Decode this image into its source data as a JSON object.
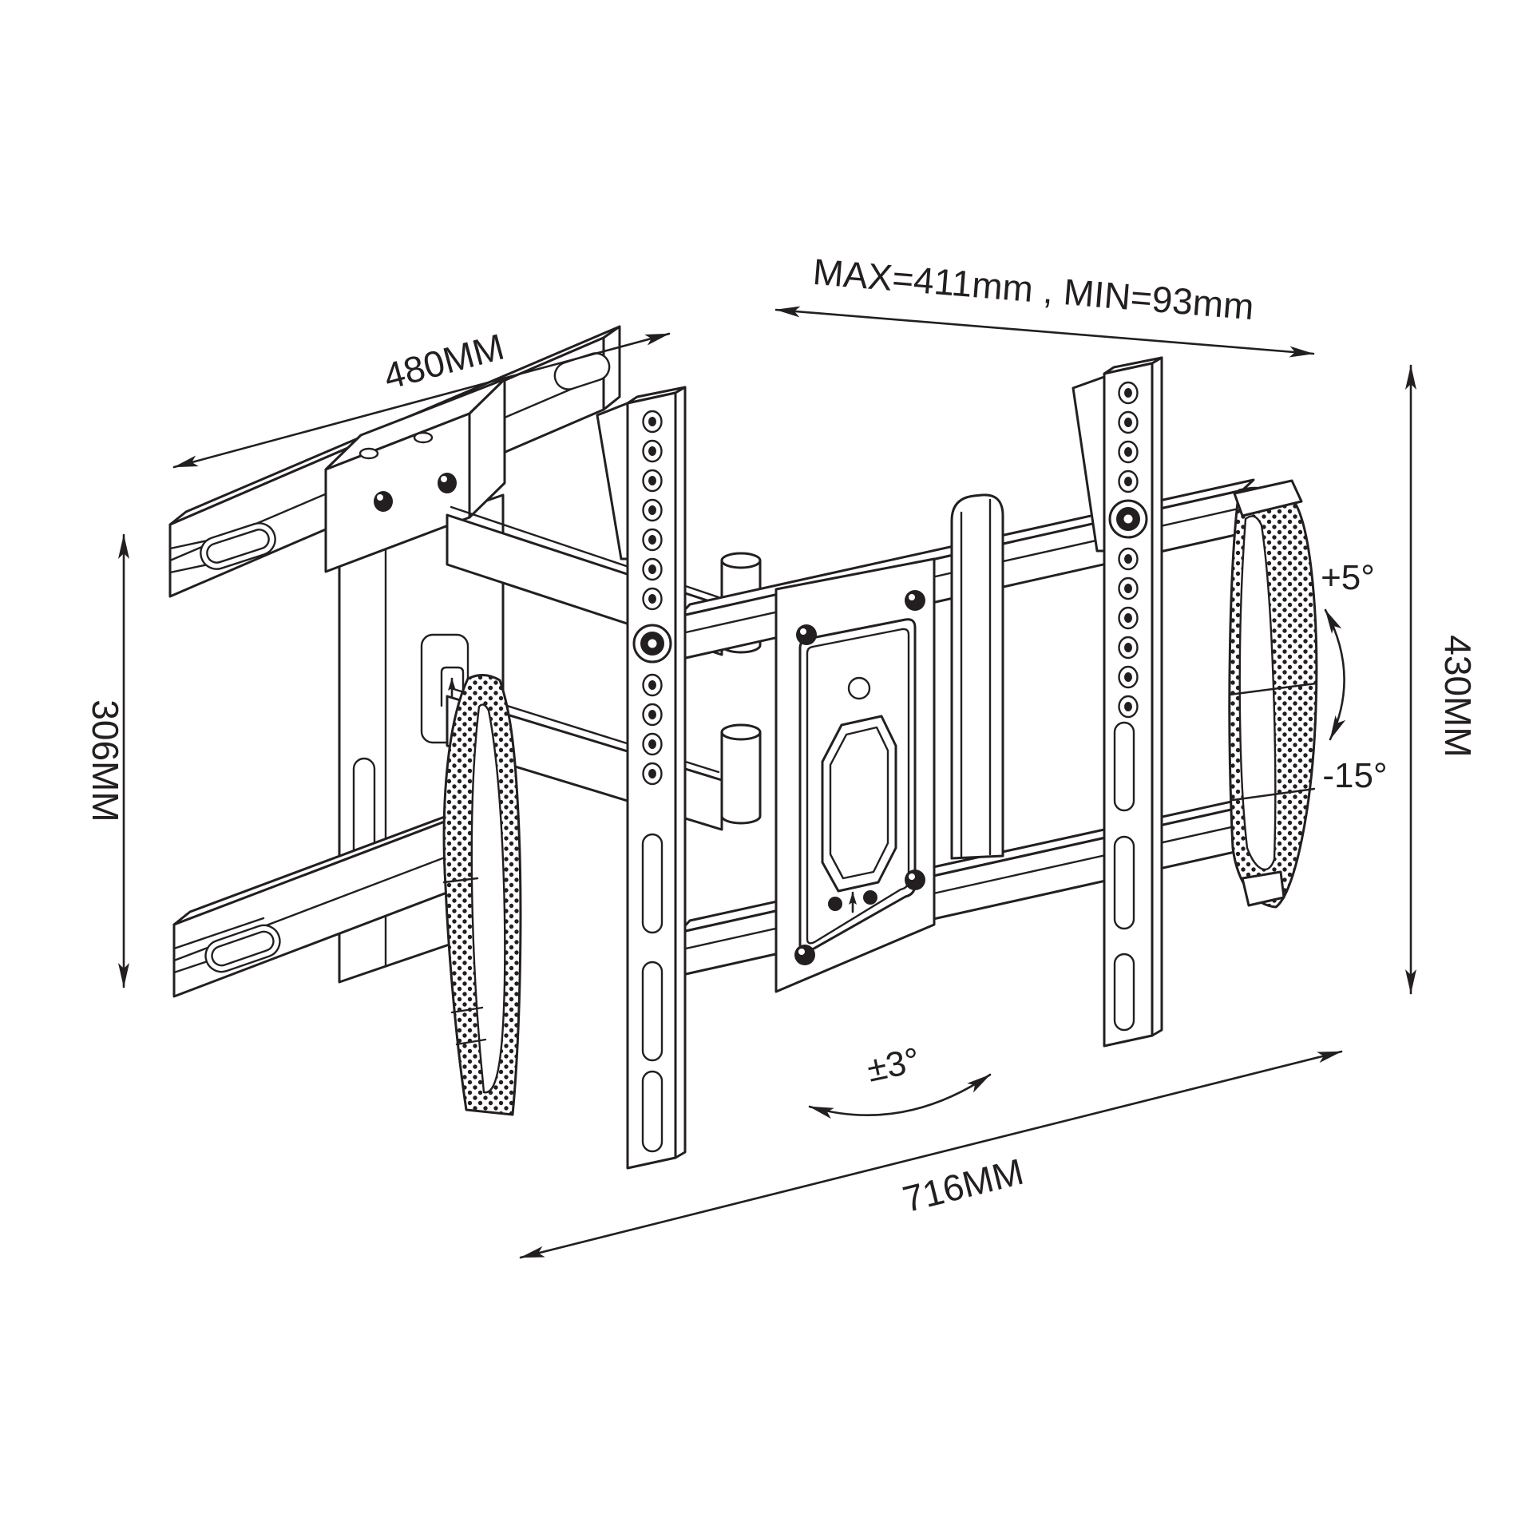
{
  "dimensions": {
    "wall_rail_length": "480MM",
    "extension": "MAX=411mm , MIN=93mm",
    "rail_vertical_spacing": "306MM",
    "bracket_height": "430MM",
    "bracket_width": "716MM",
    "tilt_up": "+5°",
    "tilt_down": "-15°",
    "swivel": "±3°"
  },
  "colors": {
    "line": "#231f20",
    "background": "#ffffff"
  }
}
